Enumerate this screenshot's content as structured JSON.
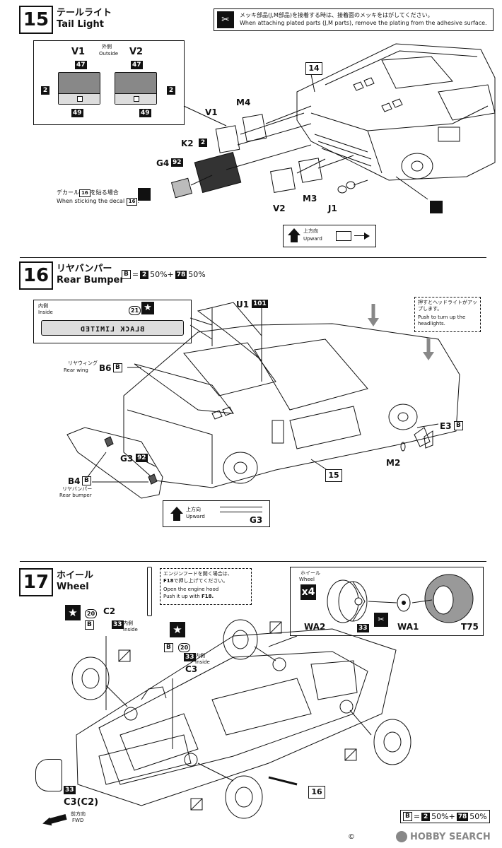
{
  "plating_note": {
    "jp": "メッキ部品(J,M部品)を接着する時は、接着面のメッキをはがしてください。",
    "en": "When attaching plated parts (J,M parts), remove the plating from the adhesive surface."
  },
  "step15": {
    "number": "15",
    "title_jp": "テールライト",
    "title_en": "Tail Light",
    "outside_jp": "外側",
    "outside_en": "Outside",
    "v1": "V1",
    "v2": "V2",
    "c47": "47",
    "c49": "49",
    "c2": "2",
    "v1_label": "V1",
    "m4": "M4",
    "k2": "K2",
    "k2_num": "2",
    "g4": "G4",
    "g4_num": "92",
    "m3": "M3",
    "v2_label": "V2",
    "j1": "J1",
    "ref14": "14",
    "decal_jp_a": "デカール",
    "decal_num": "16",
    "decal_jp_b": "を貼る場合",
    "decal_en": "When sticking the decal",
    "decal_en_num": "16",
    "upward_jp": "上方向",
    "upward_en": "Upward"
  },
  "step16": {
    "number": "16",
    "title_jp": "リヤバンパー",
    "title_en": "Rear Bumper",
    "mix_b": "B",
    "mix_eq": "=",
    "mix_c1": "2",
    "mix_p1": "50%+",
    "mix_c2": "78",
    "mix_p2": "50%",
    "inside_jp": "内側",
    "inside_en": "Inside",
    "decal21": "21",
    "plate_text": "BLACK LIMITED",
    "u1": "U1",
    "u1_num": "101",
    "headlight_jp": "押すとヘッドライトがアップします。",
    "headlight_en": "Push to turn up the headlights.",
    "wing_jp": "リヤウィング",
    "wing_en": "Rear wing",
    "b6": "B6",
    "b6_chip": "B",
    "e3": "E3",
    "e3_chip": "B",
    "m2": "M2",
    "g3": "G3",
    "g3_num": "92",
    "b4": "B4",
    "b4_chip": "B",
    "bumper_jp": "リヤバンパー",
    "bumper_en": "Rear bumper",
    "ref15": "15",
    "upward_jp": "上方向",
    "upward_en": "Upward",
    "g3b": "G3"
  },
  "step17": {
    "number": "17",
    "title_jp": "ホイール",
    "title_en": "Wheel",
    "hood_jp1": "エンジンフードを開く場合は、",
    "hood_jp2a": "F18",
    "hood_jp2b": "で押し上げてください。",
    "hood_en1": "Open the engine hood",
    "hood_en2a": "Push it up with ",
    "hood_en2b": "F18.",
    "wheel_jp": "ホイール",
    "wheel_en": "Wheel",
    "x4": "x4",
    "wa2": "WA2",
    "wa1": "WA1",
    "t75": "T75",
    "c33": "33",
    "c2": "C2",
    "c20": "20",
    "cb": "B",
    "inside_jp": "内側",
    "inside_en": "Inside",
    "c3": "C3",
    "c3c2": "C3(C2)",
    "fwd_jp": "前方向",
    "fwd_en": "FWD",
    "ref16": "16",
    "mix_b": "B",
    "mix_eq": "=",
    "mix_c1": "2",
    "mix_p1": "50%+",
    "mix_c2": "78",
    "mix_p2": "50%"
  },
  "watermark": "HOBBY SEARCH",
  "copyright": "©"
}
